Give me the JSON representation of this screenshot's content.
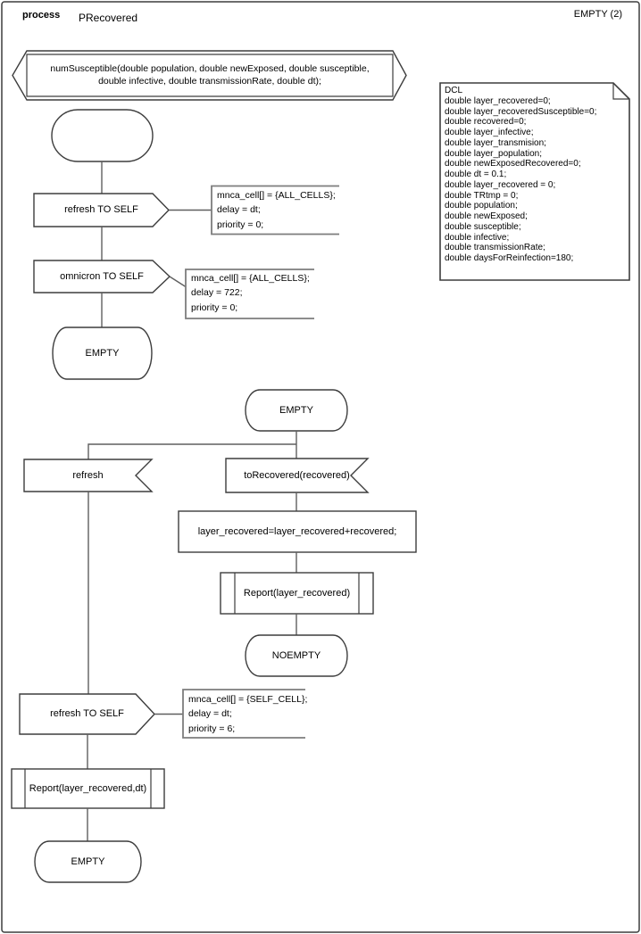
{
  "header": {
    "kind_label": "process",
    "diagram_name": "PRecovered",
    "page_label": "EMPTY (2)"
  },
  "signature": {
    "text": "numSusceptible(double population, double newExposed, double susceptible,\ndouble infective, double transmissionRate, double dt);"
  },
  "declarations": {
    "text": "DCL\ndouble layer_recovered=0;\ndouble layer_recoveredSusceptible=0;\ndouble recovered=0;\ndouble layer_infective;\ndouble layer_transmision;\ndouble layer_population;\ndouble newExposedRecovered=0;\ndouble dt = 0.1;\ndouble layer_recovered = 0;\ndouble TRtmp = 0;\ndouble population;\ndouble newExposed;\ndouble susceptible;\ndouble infective;\ndouble transmissionRate;\ndouble daysForReinfection=180;"
  },
  "flow1": {
    "output_refresh": {
      "label": "refresh TO SELF"
    },
    "comment_refresh": {
      "text": "mnca_cell[] = {ALL_CELLS};\ndelay = dt;\npriority = 0;"
    },
    "output_omnicron": {
      "label": "omnicron TO SELF"
    },
    "comment_omnicron": {
      "text": "mnca_cell[] = {ALL_CELLS};\ndelay = 722;\npriority = 0;"
    },
    "state_end": {
      "label": "EMPTY"
    }
  },
  "flow2": {
    "state_start": {
      "label": "EMPTY"
    },
    "input_refresh": {
      "label": "refresh"
    },
    "input_torecovered": {
      "label": "toRecovered(recovered)"
    },
    "task_assign": {
      "label": "layer_recovered=layer_recovered+recovered;"
    },
    "procedure_report": {
      "label": "Report(layer_recovered)"
    },
    "state_noempty": {
      "label": "NOEMPTY"
    },
    "output_refresh_self": {
      "label": "refresh TO SELF"
    },
    "comment_refresh_self": {
      "text": "mnca_cell[] = {SELF_CELL};\ndelay = dt;\npriority = 6;"
    },
    "procedure_report_dt": {
      "label": "Report(layer_recovered,dt)"
    },
    "state_end": {
      "label": "EMPTY"
    }
  },
  "palette": {
    "shape_stroke": "#3d3d3d",
    "connector_stroke": "#5f5f5f",
    "comment_stroke": "#7d7d7d",
    "background": "#ffffff"
  }
}
